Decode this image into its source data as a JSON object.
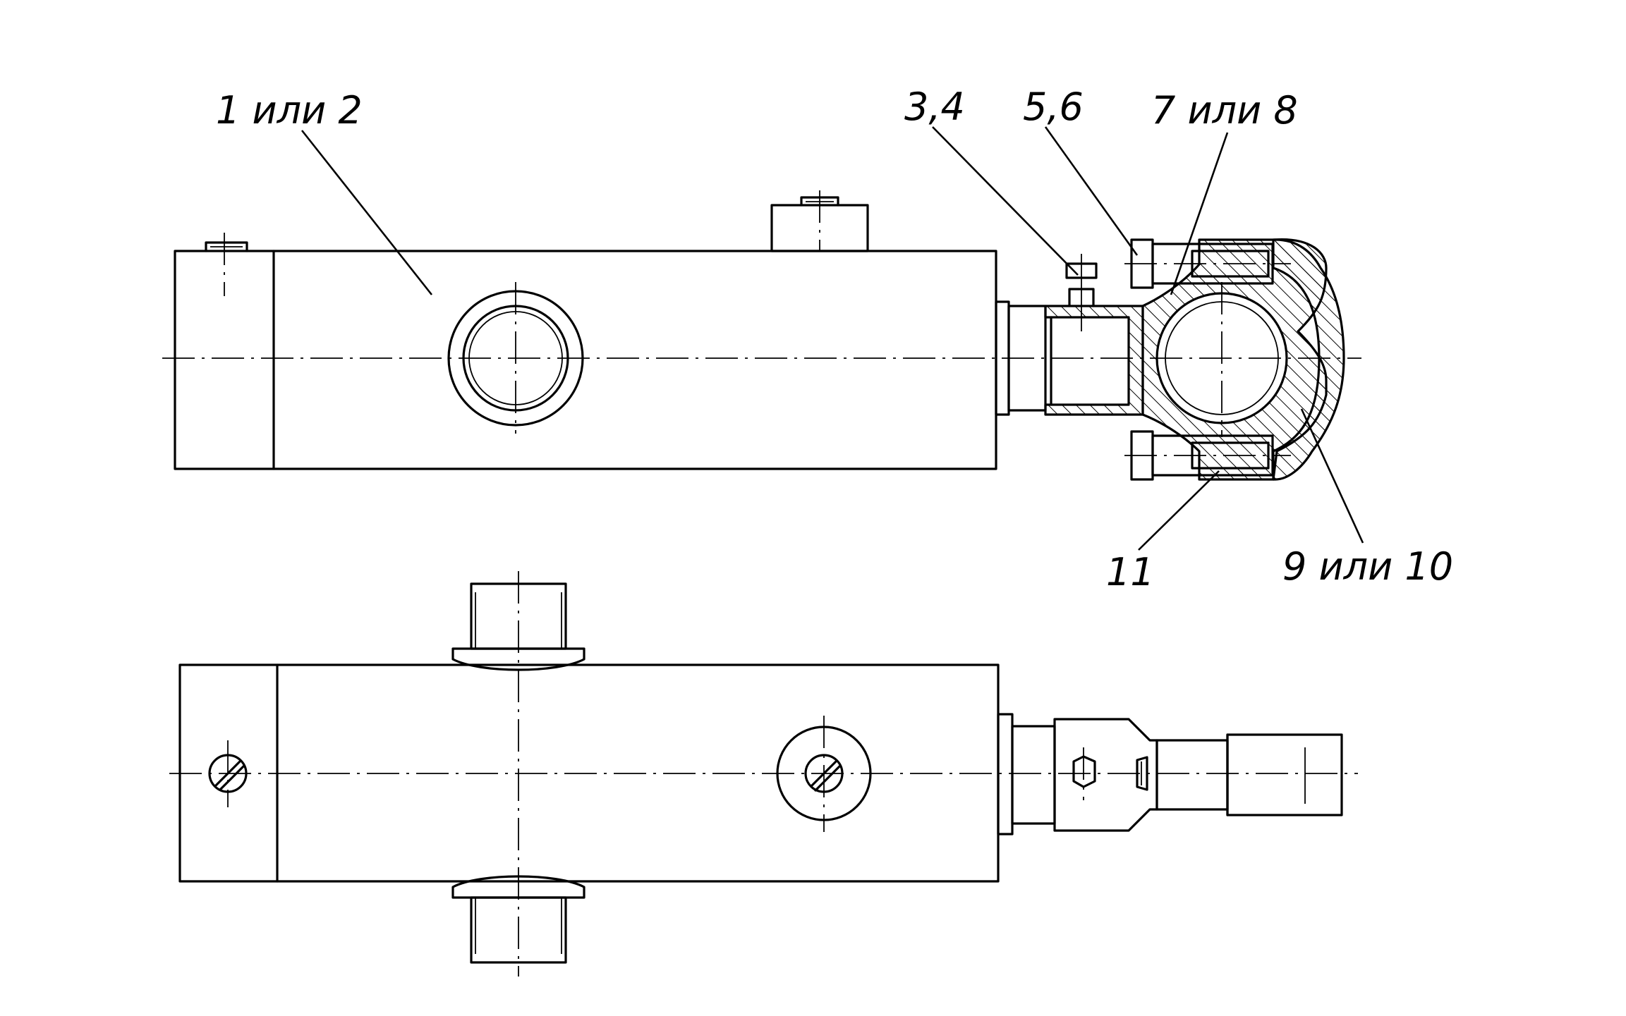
{
  "drawing": {
    "callouts": [
      {
        "id": "body",
        "text": "1 или 2"
      },
      {
        "id": "nipple",
        "text": "3,4"
      },
      {
        "id": "screw",
        "text": "5,6"
      },
      {
        "id": "clamp",
        "text": "7 или 8"
      },
      {
        "id": "bolt",
        "text": "11"
      },
      {
        "id": "cap",
        "text": "9 или 10"
      }
    ]
  },
  "colors": {
    "line": "#000000",
    "background": "#ffffff"
  }
}
